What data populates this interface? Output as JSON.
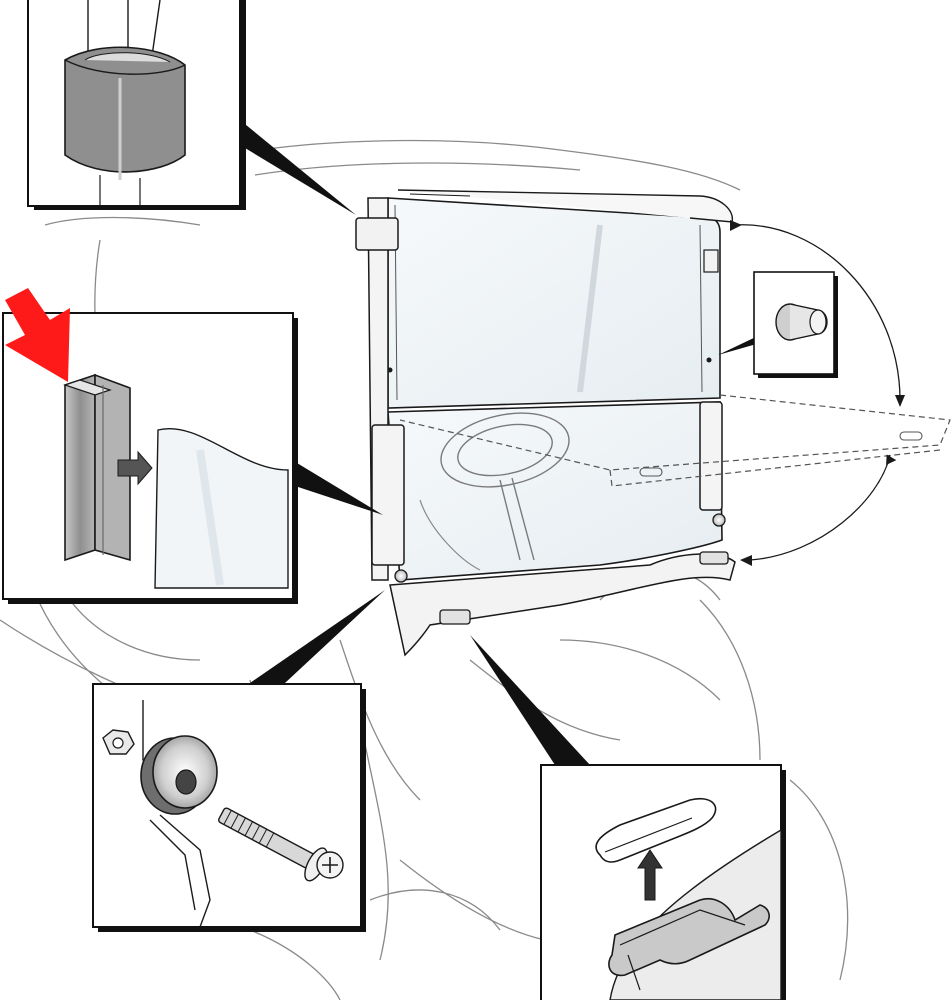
{
  "figure": {
    "subject": "golf-cart-folding-windshield-installation",
    "main_view": "windshield-mounted-on-cart-frame",
    "callouts": [
      {
        "name": "top-corner-clip-detail",
        "icon": "corner-clip-icon"
      },
      {
        "name": "hinge-channel-detail",
        "icon": "h-channel-icon"
      },
      {
        "name": "rubber-bumper-detail",
        "icon": "bumper-icon"
      },
      {
        "name": "bolt-grommet-detail",
        "icon": "bolt-grommet-icon"
      },
      {
        "name": "lower-clip-detail",
        "icon": "slot-clip-icon"
      }
    ],
    "colors": {
      "line": "#1a1a1a",
      "cart_line": "#7a7a7a",
      "panel_tint": "#eef3f6",
      "clip_gray": "#9a9a9a",
      "highlight_arrow": "#ff1a1a"
    }
  }
}
